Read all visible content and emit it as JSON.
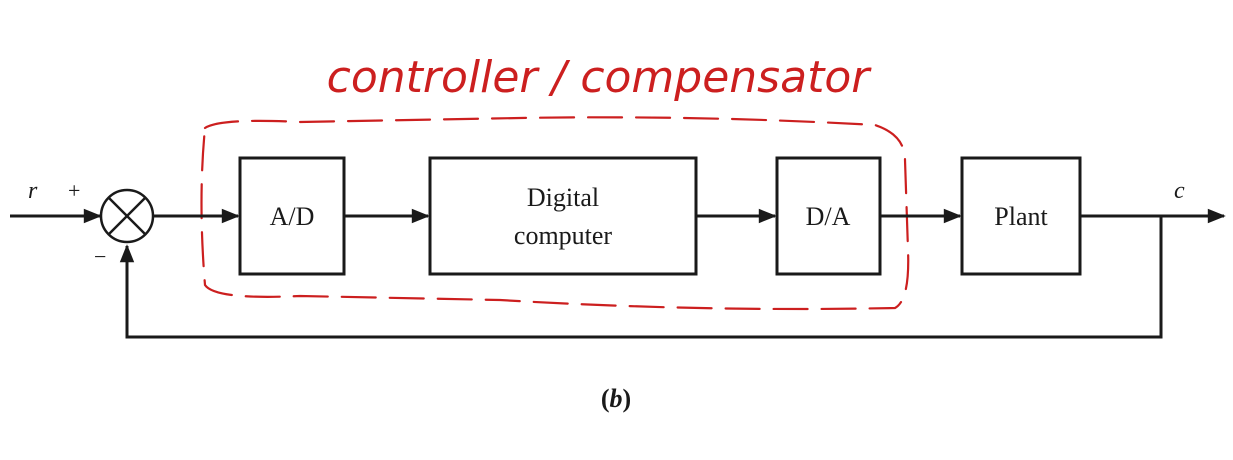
{
  "diagram": {
    "input_signal": "r",
    "output_signal": "c",
    "summing_junction": {
      "plus_sign": "+",
      "minus_sign": "−"
    },
    "blocks": [
      {
        "id": "ad",
        "lines": [
          "A/D"
        ]
      },
      {
        "id": "computer",
        "lines": [
          "Digital",
          "computer"
        ]
      },
      {
        "id": "da",
        "lines": [
          "D/A"
        ]
      },
      {
        "id": "plant",
        "lines": [
          "Plant"
        ]
      }
    ],
    "caption_open": "(",
    "caption_letter": "b",
    "caption_close": ")"
  },
  "annotation": {
    "handwritten_text": "controller / compensator",
    "color": "#cc1f1f"
  },
  "colors": {
    "line": "#1a1a1a",
    "background": "#ffffff"
  }
}
